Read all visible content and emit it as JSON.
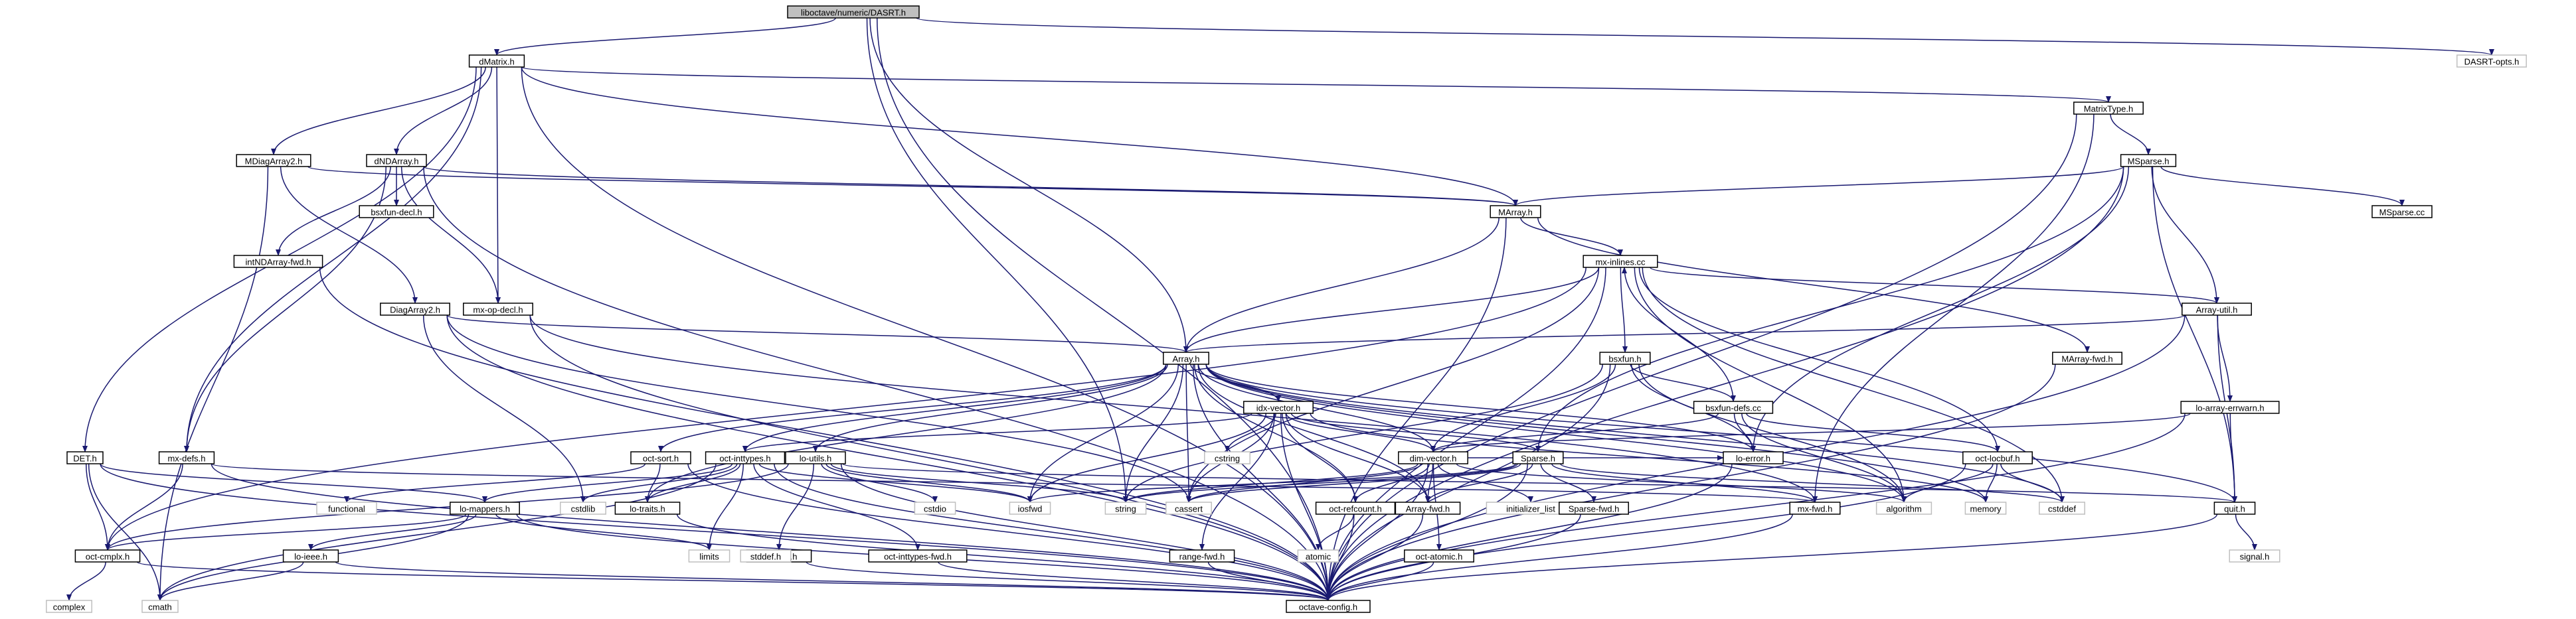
{
  "diagram": {
    "colors": {
      "edge": "#191970",
      "node_fill": "#ffffff",
      "node_border": "#000000",
      "system_header_border": "#bfbfbf",
      "root_fill": "#bfbfbf"
    },
    "nodes": [
      {
        "id": "root",
        "label": "liboctave/numeric/DASRT.h",
        "kind": "root"
      },
      {
        "id": "dMatrix",
        "label": "dMatrix.h",
        "kind": "normal"
      },
      {
        "id": "DASRTopts",
        "label": "DASRT-opts.h",
        "kind": "system"
      },
      {
        "id": "MatrixType",
        "label": "MatrixType.h",
        "kind": "normal"
      },
      {
        "id": "MDiagArray2",
        "label": "MDiagArray2.h",
        "kind": "normal"
      },
      {
        "id": "dNDArray",
        "label": "dNDArray.h",
        "kind": "normal"
      },
      {
        "id": "MSparse",
        "label": "MSparse.h",
        "kind": "normal"
      },
      {
        "id": "MArray",
        "label": "MArray.h",
        "kind": "normal"
      },
      {
        "id": "bsxfundecl",
        "label": "bsxfun-decl.h",
        "kind": "normal"
      },
      {
        "id": "MSparsecc",
        "label": "MSparse.cc",
        "kind": "normal"
      },
      {
        "id": "intNDArrayfwd",
        "label": "intNDArray-fwd.h",
        "kind": "normal"
      },
      {
        "id": "mxinlines",
        "label": "mx-inlines.cc",
        "kind": "normal"
      },
      {
        "id": "DiagArray2",
        "label": "DiagArray2.h",
        "kind": "normal"
      },
      {
        "id": "mxopdecl",
        "label": "mx-op-decl.h",
        "kind": "normal"
      },
      {
        "id": "Arrayutil",
        "label": "Array-util.h",
        "kind": "normal"
      },
      {
        "id": "bsxfun",
        "label": "bsxfun.h",
        "kind": "normal"
      },
      {
        "id": "MArrayfwd",
        "label": "MArray-fwd.h",
        "kind": "normal"
      },
      {
        "id": "Array",
        "label": "Array.h",
        "kind": "normal"
      },
      {
        "id": "bsxfundefs",
        "label": "bsxfun-defs.cc",
        "kind": "normal"
      },
      {
        "id": "ioarrayerrwarn",
        "label": "lo-array-errwarn.h",
        "kind": "normal"
      },
      {
        "id": "idxvector",
        "label": "idx-vector.h",
        "kind": "normal"
      },
      {
        "id": "DET",
        "label": "DET.h",
        "kind": "normal"
      },
      {
        "id": "mxdefs",
        "label": "mx-defs.h",
        "kind": "normal"
      },
      {
        "id": "octsort",
        "label": "oct-sort.h",
        "kind": "normal"
      },
      {
        "id": "octinttypes",
        "label": "oct-inttypes.h",
        "kind": "normal"
      },
      {
        "id": "loutils",
        "label": "lo-utils.h",
        "kind": "normal"
      },
      {
        "id": "cstring",
        "label": "cstring",
        "kind": "system"
      },
      {
        "id": "dimvector",
        "label": "dim-vector.h",
        "kind": "normal"
      },
      {
        "id": "Sparse",
        "label": "Sparse.h",
        "kind": "normal"
      },
      {
        "id": "loerror",
        "label": "lo-error.h",
        "kind": "normal"
      },
      {
        "id": "octlocbuf",
        "label": "oct-locbuf.h",
        "kind": "normal"
      },
      {
        "id": "functional",
        "label": "functional",
        "kind": "system"
      },
      {
        "id": "lomappers",
        "label": "lo-mappers.h",
        "kind": "normal"
      },
      {
        "id": "cstdlib",
        "label": "cstdlib",
        "kind": "system"
      },
      {
        "id": "lotraits",
        "label": "lo-traits.h",
        "kind": "normal"
      },
      {
        "id": "cstdio",
        "label": "cstdio",
        "kind": "system"
      },
      {
        "id": "iosfwd",
        "label": "iosfwd",
        "kind": "system"
      },
      {
        "id": "string",
        "label": "string",
        "kind": "system"
      },
      {
        "id": "cassert",
        "label": "cassert",
        "kind": "system"
      },
      {
        "id": "octrefcount",
        "label": "oct-refcount.h",
        "kind": "normal"
      },
      {
        "id": "Arrayfwd",
        "label": "Array-fwd.h",
        "kind": "normal"
      },
      {
        "id": "initlist",
        "label": "initializer_list",
        "kind": "system"
      },
      {
        "id": "Sparsefwd",
        "label": "Sparse-fwd.h",
        "kind": "normal"
      },
      {
        "id": "mxfwd",
        "label": "mx-fwd.h",
        "kind": "normal"
      },
      {
        "id": "algorithm",
        "label": "algorithm",
        "kind": "system"
      },
      {
        "id": "memory",
        "label": "memory",
        "kind": "system"
      },
      {
        "id": "cstddef",
        "label": "cstddef",
        "kind": "system"
      },
      {
        "id": "quit",
        "label": "quit.h",
        "kind": "normal"
      },
      {
        "id": "limits",
        "label": "limits",
        "kind": "system"
      },
      {
        "id": "locutils",
        "label": "lo-cutils.h",
        "kind": "normal"
      },
      {
        "id": "octcmplx",
        "label": "oct-cmplx.h",
        "kind": "normal"
      },
      {
        "id": "loieee",
        "label": "lo-ieee.h",
        "kind": "normal"
      },
      {
        "id": "octinttypesfwd",
        "label": "oct-inttypes-fwd.h",
        "kind": "normal"
      },
      {
        "id": "stddef",
        "label": "stddef.h",
        "kind": "system"
      },
      {
        "id": "rangefwd",
        "label": "range-fwd.h",
        "kind": "normal"
      },
      {
        "id": "atomic",
        "label": "atomic",
        "kind": "system"
      },
      {
        "id": "octatomic",
        "label": "oct-atomic.h",
        "kind": "normal"
      },
      {
        "id": "signal",
        "label": "signal.h",
        "kind": "system"
      },
      {
        "id": "complex",
        "label": "complex",
        "kind": "system"
      },
      {
        "id": "cmath",
        "label": "cmath",
        "kind": "system"
      },
      {
        "id": "octaveconfig",
        "label": "octave-config.h",
        "kind": "normal"
      }
    ]
  }
}
